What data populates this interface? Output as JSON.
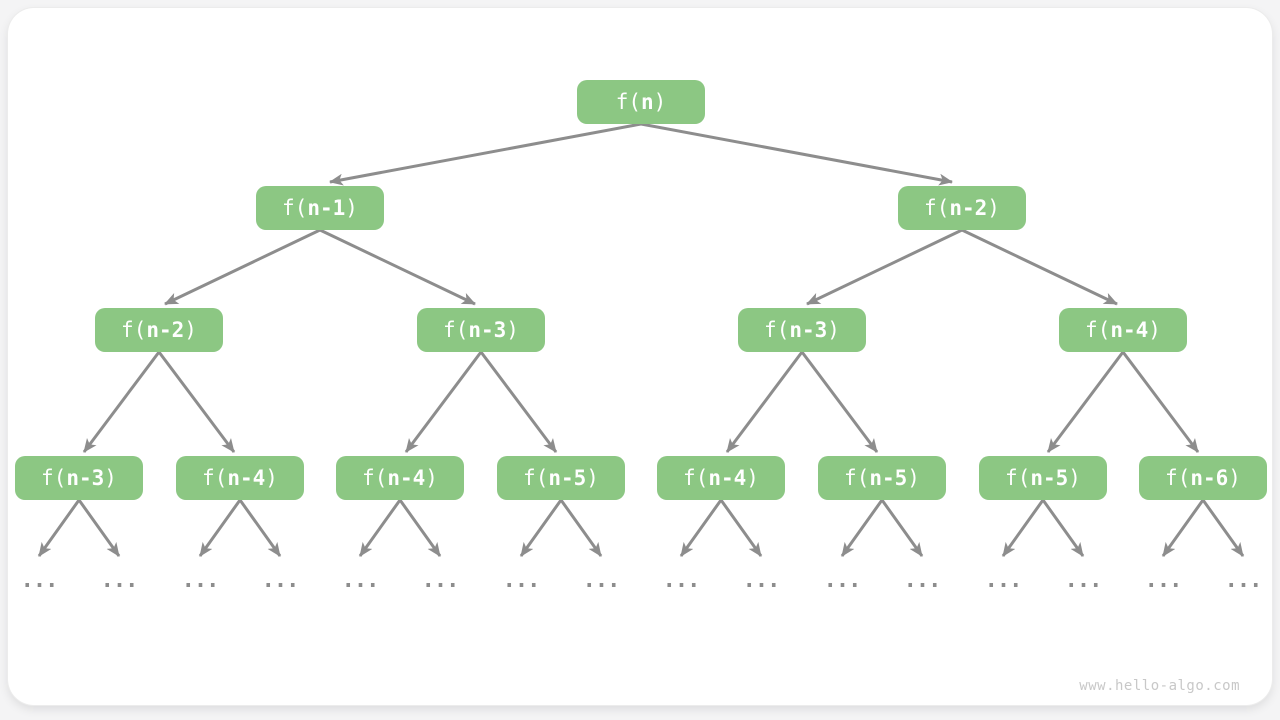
{
  "page": {
    "watermark": "www.hello-algo.com"
  },
  "colors": {
    "node_fill": "#8CC783",
    "node_text": "#FFFFFF",
    "arrow": "#8D8D8D",
    "watermark": "#C8C8C8"
  },
  "tree": {
    "description": "recursion-tree",
    "ellipsis": "...",
    "levels": [
      [
        {
          "pre": "f(",
          "arg": "n",
          "post": ")"
        }
      ],
      [
        {
          "pre": "f(",
          "arg": "n-1",
          "post": ")"
        },
        {
          "pre": "f(",
          "arg": "n-2",
          "post": ")"
        }
      ],
      [
        {
          "pre": "f(",
          "arg": "n-2",
          "post": ")"
        },
        {
          "pre": "f(",
          "arg": "n-3",
          "post": ")"
        },
        {
          "pre": "f(",
          "arg": "n-3",
          "post": ")"
        },
        {
          "pre": "f(",
          "arg": "n-4",
          "post": ")"
        }
      ],
      [
        {
          "pre": "f(",
          "arg": "n-3",
          "post": ")"
        },
        {
          "pre": "f(",
          "arg": "n-4",
          "post": ")"
        },
        {
          "pre": "f(",
          "arg": "n-4",
          "post": ")"
        },
        {
          "pre": "f(",
          "arg": "n-5",
          "post": ")"
        },
        {
          "pre": "f(",
          "arg": "n-4",
          "post": ")"
        },
        {
          "pre": "f(",
          "arg": "n-5",
          "post": ")"
        },
        {
          "pre": "f(",
          "arg": "n-5",
          "post": ")"
        },
        {
          "pre": "f(",
          "arg": "n-6",
          "post": ")"
        }
      ]
    ]
  }
}
